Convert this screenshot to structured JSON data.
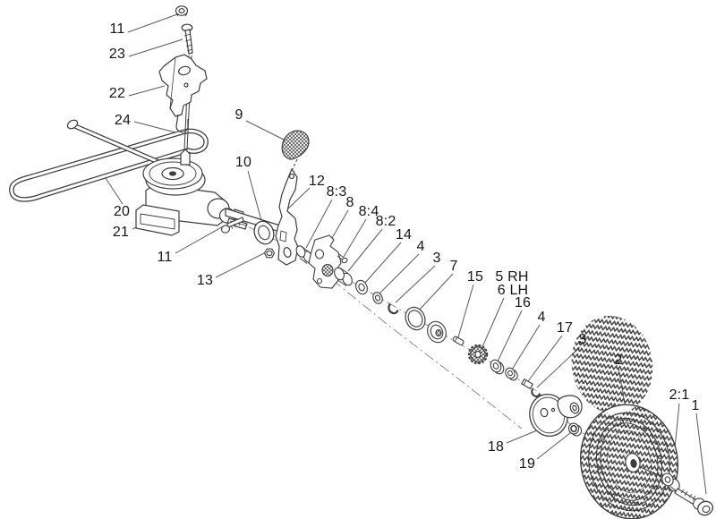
{
  "figure": {
    "background": "#ffffff",
    "line_color": "#3d3d3d",
    "text_color": "#161616"
  },
  "callouts": [
    "11",
    "23",
    "22",
    "24",
    "9",
    "20",
    "21",
    "10",
    "12",
    "8:3",
    "8",
    "8:4",
    "8:2",
    "14",
    "4",
    "3",
    "11",
    "13",
    "7",
    "15",
    "5 RH",
    "6 LH",
    "16",
    "4",
    "17",
    "3",
    "2",
    "2:1",
    "1",
    "18",
    "19"
  ]
}
